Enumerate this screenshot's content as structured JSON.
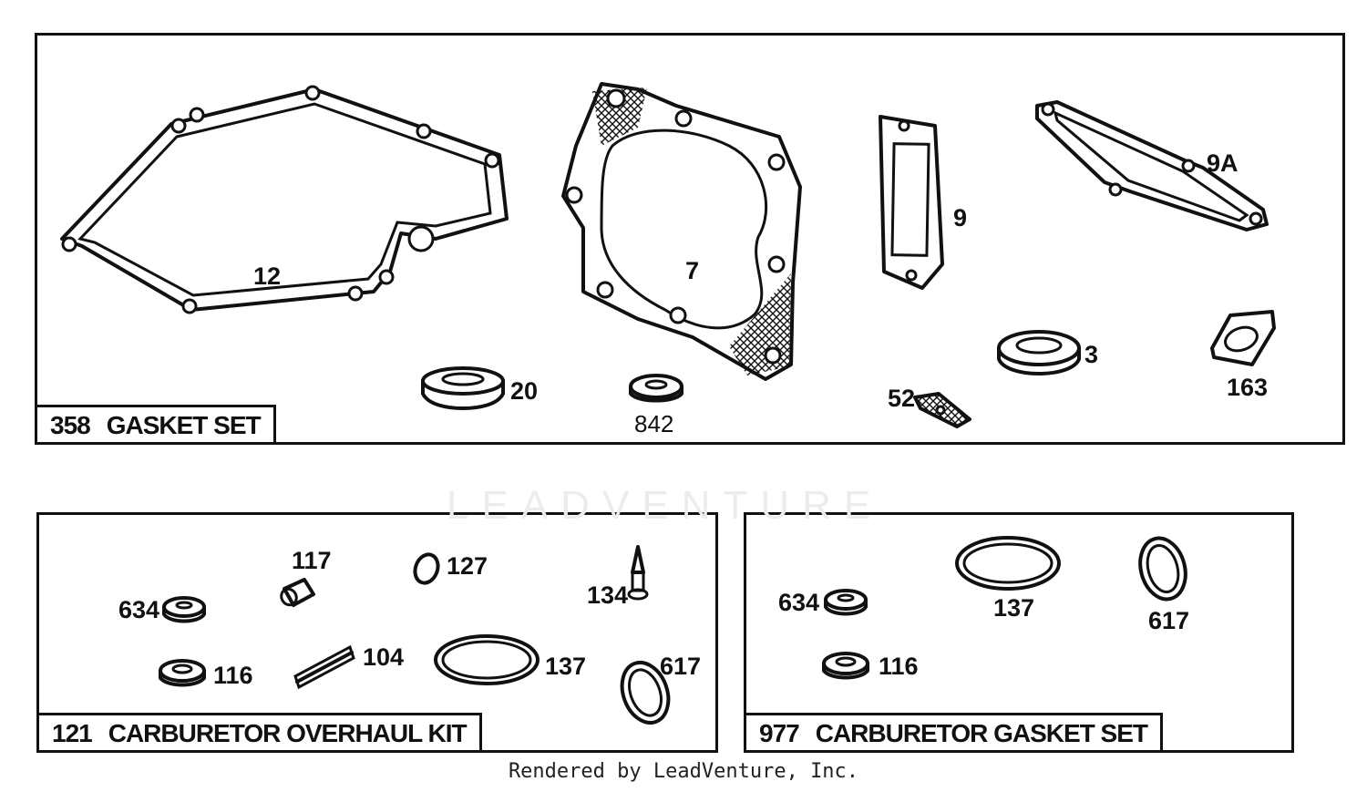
{
  "panels": [
    {
      "number": "358",
      "title": "GASKET SET"
    },
    {
      "number": "121",
      "title": "CARBURETOR OVERHAUL KIT"
    },
    {
      "number": "977",
      "title": "CARBURETOR GASKET SET"
    }
  ],
  "parts": {
    "p12": "12",
    "p7": "7",
    "p9": "9",
    "p9a": "9A",
    "p3": "3",
    "p163": "163",
    "p20": "20",
    "p842": "842",
    "p52": "52",
    "k117": "117",
    "k127": "127",
    "k134": "134",
    "k634": "634",
    "k116": "116",
    "k104": "104",
    "k137": "137",
    "k617": "617",
    "c634": "634",
    "c137": "137",
    "c617": "617",
    "c116": "116"
  },
  "watermark": "LEADVENTURE",
  "footer": "Rendered by LeadVenture, Inc."
}
